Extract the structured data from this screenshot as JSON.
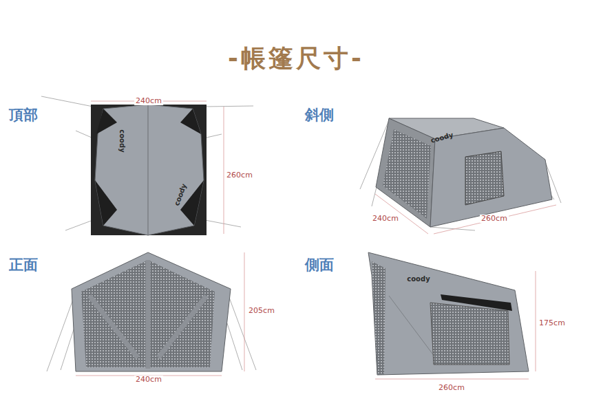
{
  "diagram": {
    "title": "-帳篷尺寸-",
    "labels": [
      "頂部",
      "240cm",
      "260cm",
      "coody",
      "coody",
      "斜側",
      "coody",
      "240cm",
      "260cm",
      "正面",
      "205cm",
      "240cm",
      "側面",
      "coody",
      "175cm",
      "260cm"
    ]
  }
}
